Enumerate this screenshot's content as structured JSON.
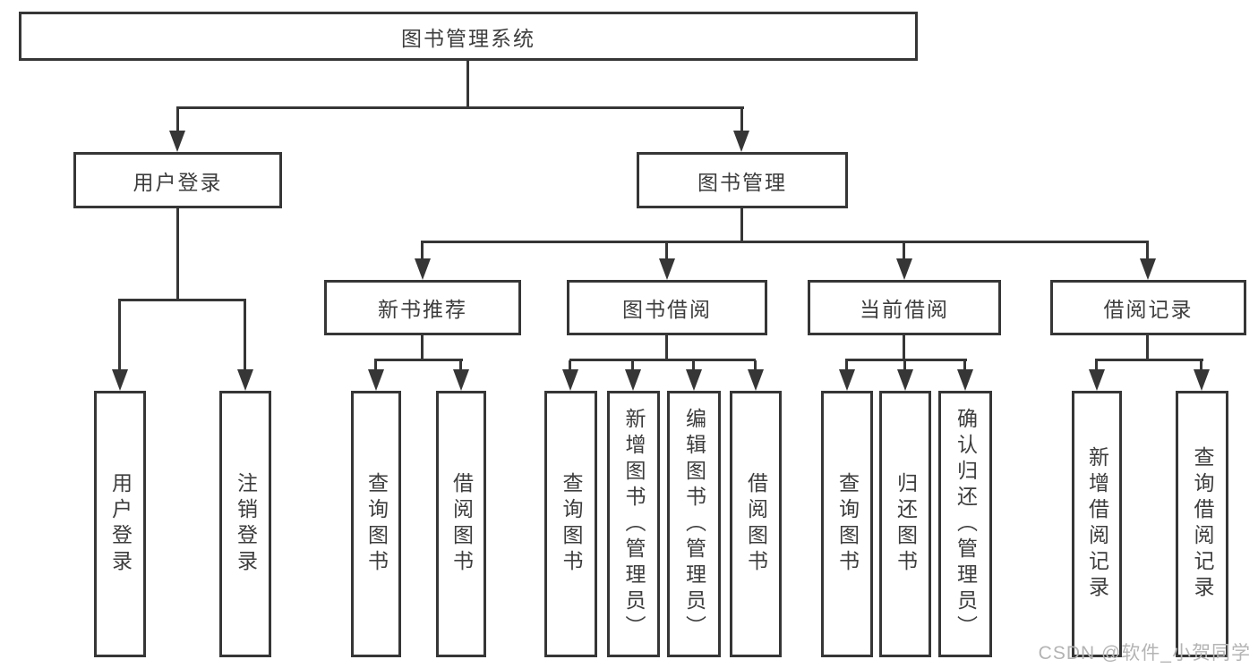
{
  "diagram": {
    "type": "hierarchy-tree",
    "title": "图书管理系统",
    "watermark": "CSDN @软件_小贺同学",
    "colors": {
      "line": "#363636",
      "border": "#363636",
      "text": "#3d3d3d",
      "watermark": "#b4b4b4",
      "background": "#ffffff"
    },
    "nodes": {
      "root": {
        "label": "图书管理系统"
      },
      "user_login": {
        "label": "用户登录"
      },
      "book_mgmt": {
        "label": "图书管理"
      },
      "login": {
        "label": "用户登录"
      },
      "logout": {
        "label": "注销登录"
      },
      "new_book_rec": {
        "label": "新书推荐"
      },
      "book_borrow": {
        "label": "图书借阅"
      },
      "current_borrow": {
        "label": "当前借阅"
      },
      "borrow_records": {
        "label": "借阅记录"
      },
      "nbr_query_books": {
        "label": "查询图书"
      },
      "nbr_borrow_books": {
        "label": "借阅图书"
      },
      "bb_query_books": {
        "label": "查询图书"
      },
      "bb_add_books": {
        "label": "新增图书（管理员）"
      },
      "bb_edit_books": {
        "label": "编辑图书（管理员）"
      },
      "bb_borrow_books": {
        "label": "借阅图书"
      },
      "cb_query_books": {
        "label": "查询图书"
      },
      "cb_return_books": {
        "label": "归还图书"
      },
      "cb_confirm_return": {
        "label": "确认归还（管理员）"
      },
      "br_add_record": {
        "label": "新增借阅记录"
      },
      "br_query_record": {
        "label": "查询借阅记录"
      }
    },
    "edges": [
      [
        "root",
        "user_login"
      ],
      [
        "root",
        "book_mgmt"
      ],
      [
        "user_login",
        "login"
      ],
      [
        "user_login",
        "logout"
      ],
      [
        "book_mgmt",
        "new_book_rec"
      ],
      [
        "book_mgmt",
        "book_borrow"
      ],
      [
        "book_mgmt",
        "current_borrow"
      ],
      [
        "book_mgmt",
        "borrow_records"
      ],
      [
        "new_book_rec",
        "nbr_query_books"
      ],
      [
        "new_book_rec",
        "nbr_borrow_books"
      ],
      [
        "book_borrow",
        "bb_query_books"
      ],
      [
        "book_borrow",
        "bb_add_books"
      ],
      [
        "book_borrow",
        "bb_edit_books"
      ],
      [
        "book_borrow",
        "bb_borrow_books"
      ],
      [
        "current_borrow",
        "cb_query_books"
      ],
      [
        "current_borrow",
        "cb_return_books"
      ],
      [
        "current_borrow",
        "cb_confirm_return"
      ],
      [
        "borrow_records",
        "br_add_record"
      ],
      [
        "borrow_records",
        "br_query_record"
      ]
    ]
  }
}
